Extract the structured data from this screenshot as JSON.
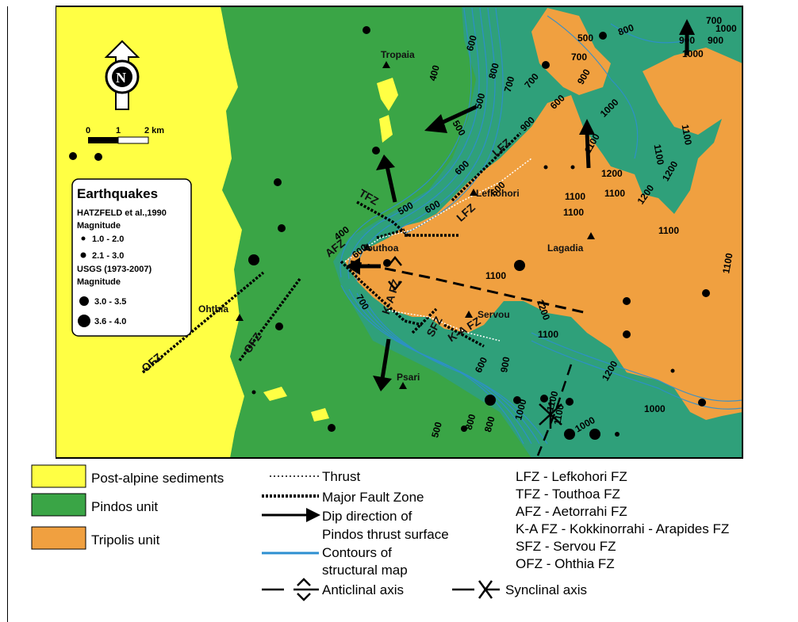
{
  "colors": {
    "post_alpine": "#ffff44",
    "pindos": "#3aa546",
    "tripolis": "#f0a040",
    "contour": "#2d8fd0"
  },
  "map": {
    "scale_bar": {
      "tick_0": "0",
      "tick_1": "1",
      "tick_2": "2 km"
    },
    "north_arrow": {
      "letter": "N",
      "icon": "north-arrow-icon"
    },
    "places": {
      "tropaia": "Tropaia",
      "lefkohori": "Lefkohori",
      "touthoa": "Touthoa",
      "lagadia": "Lagadia",
      "servou": "Servou",
      "ohthia": "Ohthia",
      "psari": "Psari"
    },
    "fault_labels": {
      "lfz_upper": "LFZ",
      "lfz_lower": "LFZ",
      "tfz": "TFZ",
      "afz": "AFZ",
      "ka_fz_left": "K-A FZ",
      "ka_fz_right": "K-A FZ",
      "sfz": "SFZ",
      "ofz_left": "OFZ",
      "ofz_right": "OFZ"
    },
    "contour_labels": [
      "400",
      "600",
      "800",
      "700",
      "500",
      "700",
      "900",
      "1000",
      "500",
      "700",
      "800",
      "900",
      "1000",
      "1100",
      "600",
      "900",
      "1100",
      "1200",
      "500",
      "600",
      "600",
      "500",
      "1100",
      "1100",
      "1200",
      "1100",
      "1200",
      "1100",
      "1100",
      "1100",
      "1200",
      "1100",
      "1100",
      "900",
      "600",
      "800",
      "1000",
      "1100",
      "1000",
      "1000",
      "500",
      "800",
      "1200",
      "1000",
      "1100",
      "700",
      "900",
      "600",
      "700",
      "400",
      "600"
    ],
    "earthquakes_box": {
      "title": "Earthquakes",
      "hatzfeld_title": "HATZFELD et al.,1990",
      "hatzfeld_magnitude": "Magnitude",
      "h_range_1": "1.0 - 2.0",
      "h_range_2": "2.1 - 3.0",
      "usgs_title": "USGS (1973-2007)",
      "usgs_magnitude": "Magnitude",
      "u_range_1": "3.0 - 3.5",
      "u_range_2": "3.6 - 4.0"
    }
  },
  "legend": {
    "units": {
      "post_alpine": "Post-alpine sediments",
      "pindos": "Pindos unit",
      "tripolis": "Tripolis unit"
    },
    "symbols": {
      "thrust": "Thrust",
      "major_fault": "Major Fault Zone",
      "dip_line1": "Dip direction of",
      "dip_line2": "Pindos thrust surface",
      "contours_line1": "Contours of",
      "contours_line2": "structural map",
      "anticlinal": "Anticlinal axis",
      "synclinal": "Synclinal axis"
    },
    "abbreviations": [
      "LFZ - Lefkohori FZ",
      "TFZ - Touthoa FZ",
      "AFZ - Aetorrahi FZ",
      "K-A FZ - Kokkinorrahi - Arapides FZ",
      "SFZ - Servou FZ",
      "OFZ - Ohthia FZ"
    ]
  }
}
